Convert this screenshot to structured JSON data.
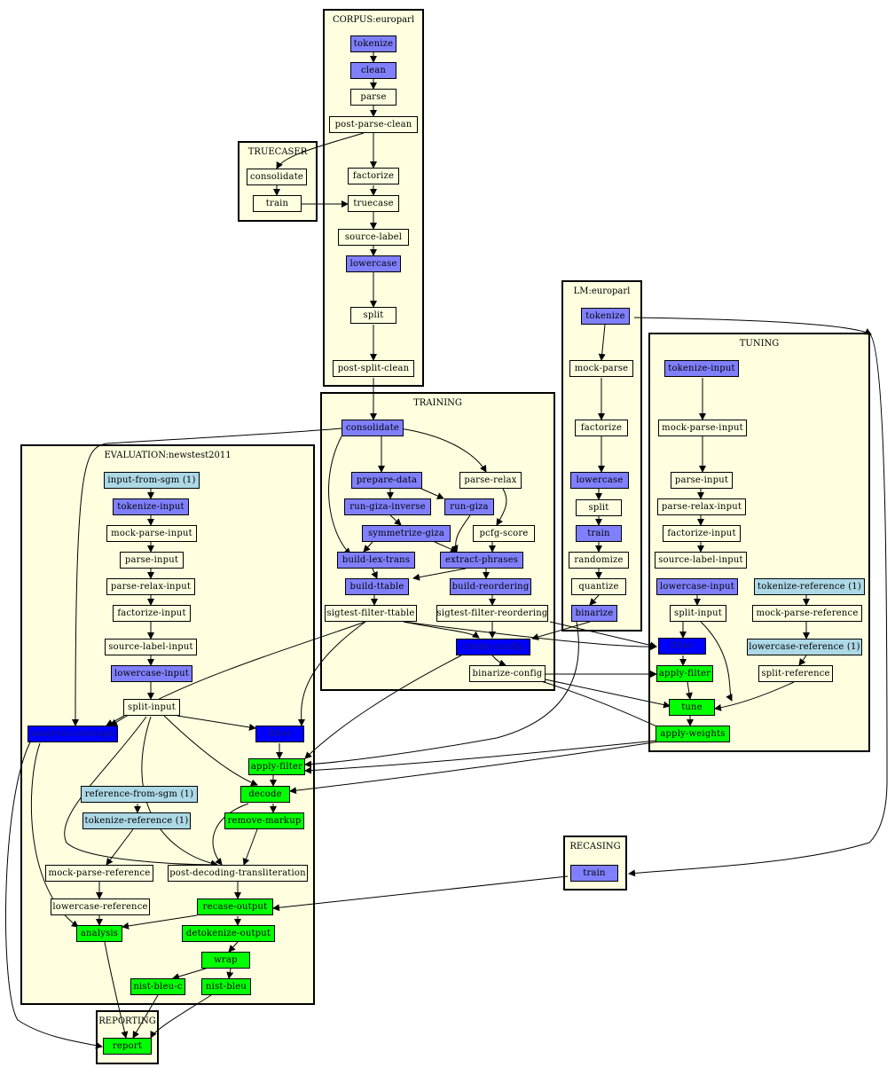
{
  "clusters": {
    "corpus": "CORPUS:europarl",
    "truecaser": "TRUECASER",
    "lm": "LM:europarl",
    "tuning": "TUNING",
    "training": "TRAINING",
    "evaluation": "EVALUATION:newstest2011",
    "recasing": "RECASING",
    "reporting": "REPORTING"
  },
  "nodes": {
    "c_tokenize": "tokenize",
    "c_clean": "clean",
    "c_parse": "parse",
    "c_post_parse_clean": "post-parse-clean",
    "c_factorize": "factorize",
    "c_truecase": "truecase",
    "c_source_label": "source-label",
    "c_lowercase": "lowercase",
    "c_split": "split",
    "c_post_split_clean": "post-split-clean",
    "tc_consolidate": "consolidate",
    "tc_train": "train",
    "lm_tokenize": "tokenize",
    "lm_mock_parse": "mock-parse",
    "lm_factorize": "factorize",
    "lm_lowercase": "lowercase",
    "lm_split": "split",
    "lm_train": "train",
    "lm_randomize": "randomize",
    "lm_quantize": "quantize",
    "lm_binarize": "binarize",
    "tu_tokenize_input": "tokenize-input",
    "tu_mock_parse_input": "mock-parse-input",
    "tu_parse_input": "parse-input",
    "tu_parse_relax_input": "parse-relax-input",
    "tu_factorize_input": "factorize-input",
    "tu_source_label_input": "source-label-input",
    "tu_lowercase_input": "lowercase-input",
    "tu_split_input": "split-input",
    "tu_tokenize_reference": "tokenize-reference (1)",
    "tu_mock_parse_reference": "mock-parse-reference",
    "tu_lowercase_reference": "lowercase-reference (1)",
    "tu_split_reference": "split-reference",
    "tu_filter": "filter",
    "tu_apply_filter": "apply-filter",
    "tu_tune": "tune",
    "tu_apply_weights": "apply-weights",
    "tr_consolidate": "consolidate",
    "tr_prepare_data": "prepare-data",
    "tr_parse_relax": "parse-relax",
    "tr_run_giza_inverse": "run-giza-inverse",
    "tr_run_giza": "run-giza",
    "tr_symmetrize_giza": "symmetrize-giza",
    "tr_pcfg_score": "pcfg-score",
    "tr_build_lex_trans": "build-lex-trans",
    "tr_extract_phrases": "extract-phrases",
    "tr_build_ttable": "build-ttable",
    "tr_build_reordering": "build-reordering",
    "tr_sigtest_filter_ttable": "sigtest-filter-ttable",
    "tr_sigtest_filter_reordering": "sigtest-filter-reordering",
    "tr_create_config": "create-config",
    "tr_binarize_config": "binarize-config",
    "ev_input_from_sgm": "input-from-sgm (1)",
    "ev_tokenize_input": "tokenize-input",
    "ev_mock_parse_input": "mock-parse-input",
    "ev_parse_input": "parse-input",
    "ev_parse_relax_input": "parse-relax-input",
    "ev_factorize_input": "factorize-input",
    "ev_source_label_input": "source-label-input",
    "ev_lowercase_input": "lowercase-input",
    "ev_split_input": "split-input",
    "ev_analysis_coverage": "analysis-coverage",
    "ev_filter": "filter",
    "ev_apply_filter": "apply-filter",
    "ev_decode": "decode",
    "ev_reference_from_sgm": "reference-from-sgm (1)",
    "ev_tokenize_reference": "tokenize-reference (1)",
    "ev_remove_markup": "remove-markup",
    "ev_mock_parse_reference": "mock-parse-reference",
    "ev_post_decoding_transliteration": "post-decoding-transliteration",
    "ev_lowercase_reference": "lowercase-reference",
    "ev_recase_output": "recase-output",
    "ev_analysis": "analysis",
    "ev_detokenize_output": "detokenize-output",
    "ev_wrap": "wrap",
    "ev_nist_bleu_c": "nist-bleu-c",
    "ev_nist_bleu": "nist-bleu",
    "rc_train": "train",
    "rp_report": "report"
  },
  "colors": {
    "cluster_fill": "#ffffe0",
    "plain": "#ffffe0",
    "light_blue_purple": "#8080ff",
    "blue": "#0000ff",
    "green": "#00ff00",
    "pale_blue": "#add8e6"
  }
}
